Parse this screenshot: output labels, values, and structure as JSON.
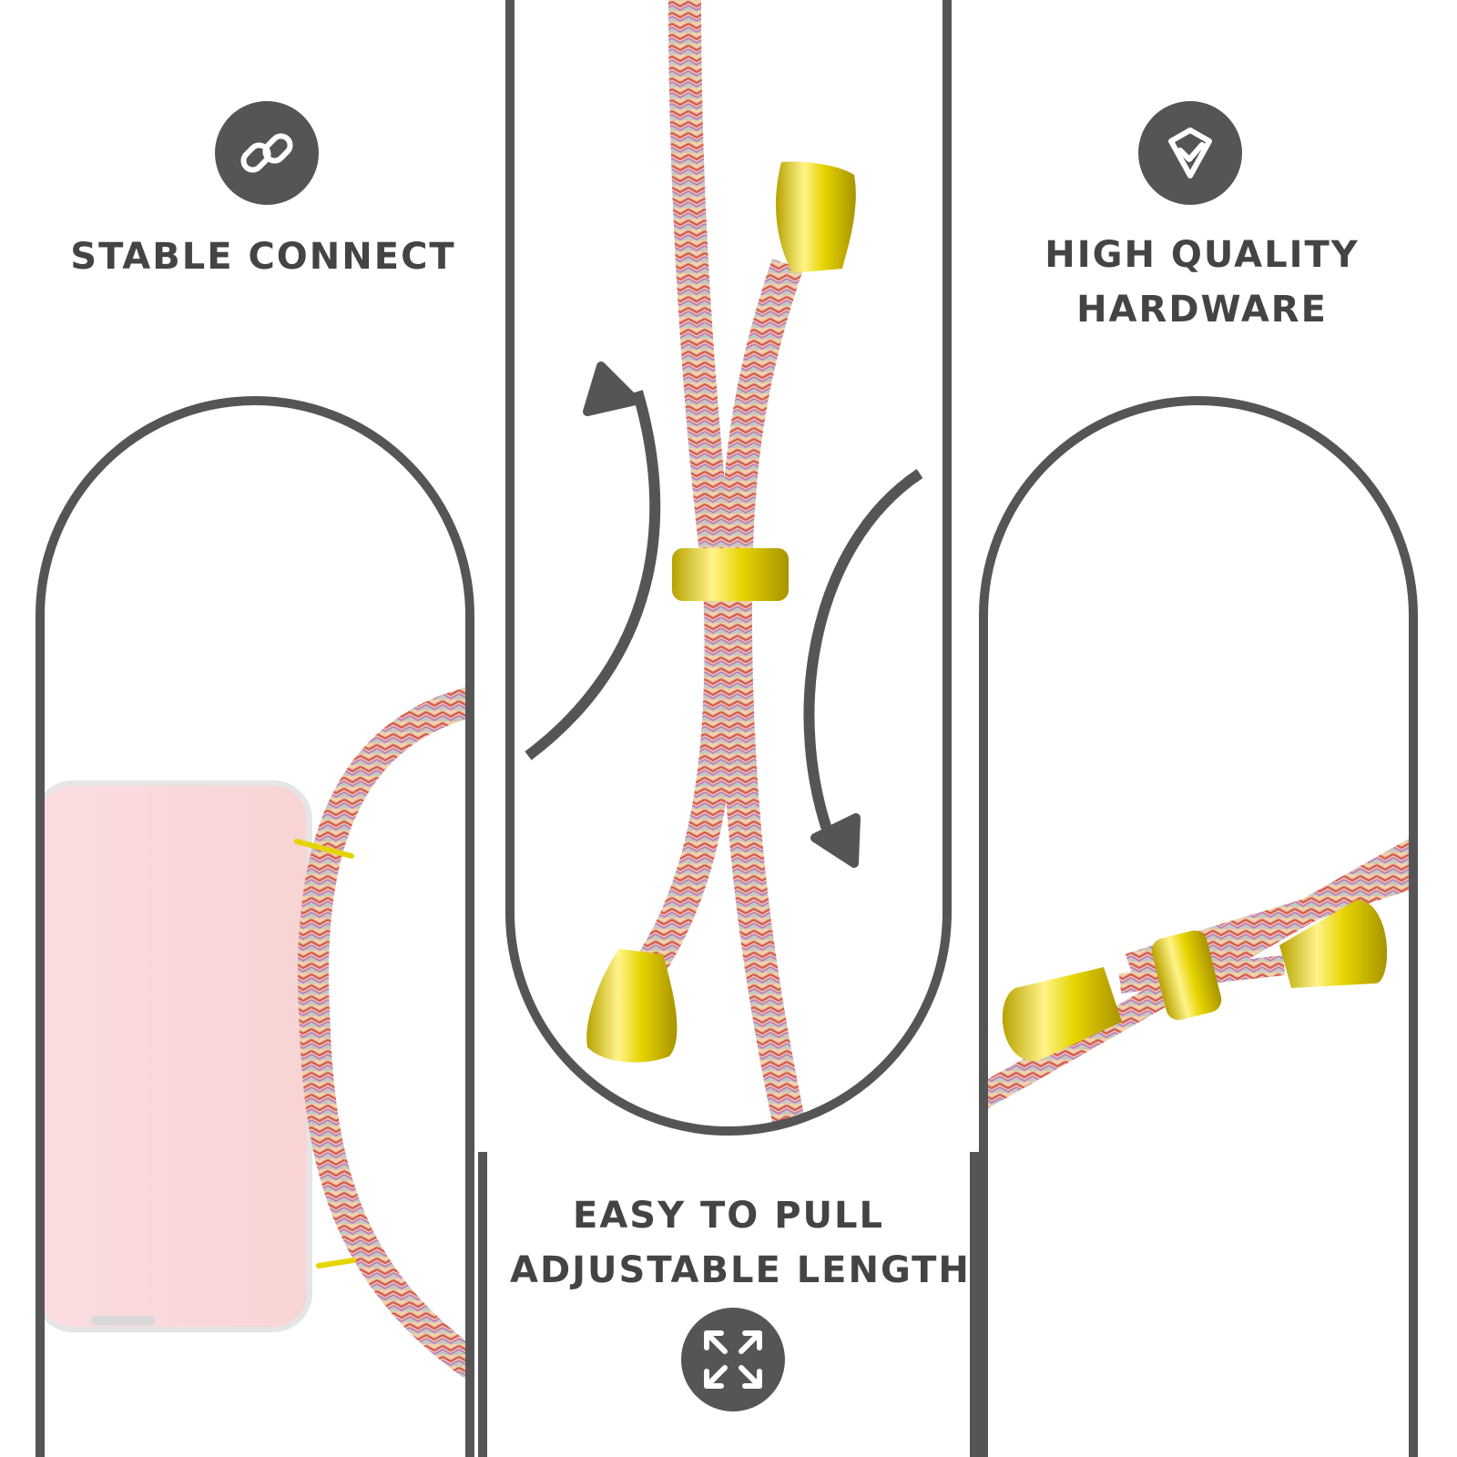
{
  "features": {
    "stable_connect": {
      "title": "STABLE CONNECT",
      "icon": "link-icon"
    },
    "high_quality": {
      "line1": "HIGH QUALITY",
      "line2": "HARDWARE",
      "icon": "diamond-icon"
    },
    "easy_pull": {
      "line1": "EASY TO PULL",
      "line2": "ADJUSTABLE LENGTH",
      "icon": "expand-arrows-icon"
    }
  },
  "colors": {
    "frame": "#555555",
    "text": "#444444",
    "hardware_gold": "#e6d400",
    "case_pink": "#fbdadb",
    "cord_base": "#e7b7a5"
  }
}
